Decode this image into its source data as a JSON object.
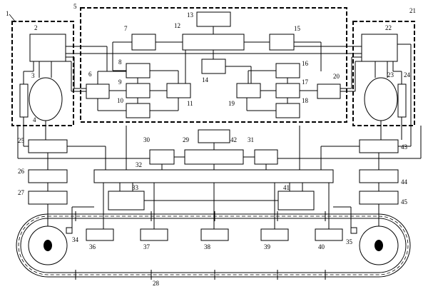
{
  "labels": {
    "l1": "1",
    "l2": "2",
    "l3": "3",
    "l4": "4",
    "l5": "5",
    "l6": "6",
    "l7": "7",
    "l8": "8",
    "l9": "9",
    "l10": "10",
    "l11": "11",
    "l12": "12",
    "l13": "13",
    "l14": "14",
    "l15": "15",
    "l16": "16",
    "l17": "17",
    "l18": "18",
    "l19": "19",
    "l20": "20",
    "l21": "21",
    "l22": "22",
    "l23": "23",
    "l24": "24",
    "l25": "25",
    "l26": "26",
    "l27": "27",
    "l28": "28",
    "l29": "29",
    "l30": "30",
    "l31": "31",
    "l32": "32",
    "l33": "33",
    "l34": "34",
    "l35": "35",
    "l36": "36",
    "l37": "37",
    "l38": "38",
    "l39": "39",
    "l40": "40",
    "l41": "41",
    "l42": "42",
    "l43": "43",
    "l44": "44",
    "l45": "45"
  }
}
